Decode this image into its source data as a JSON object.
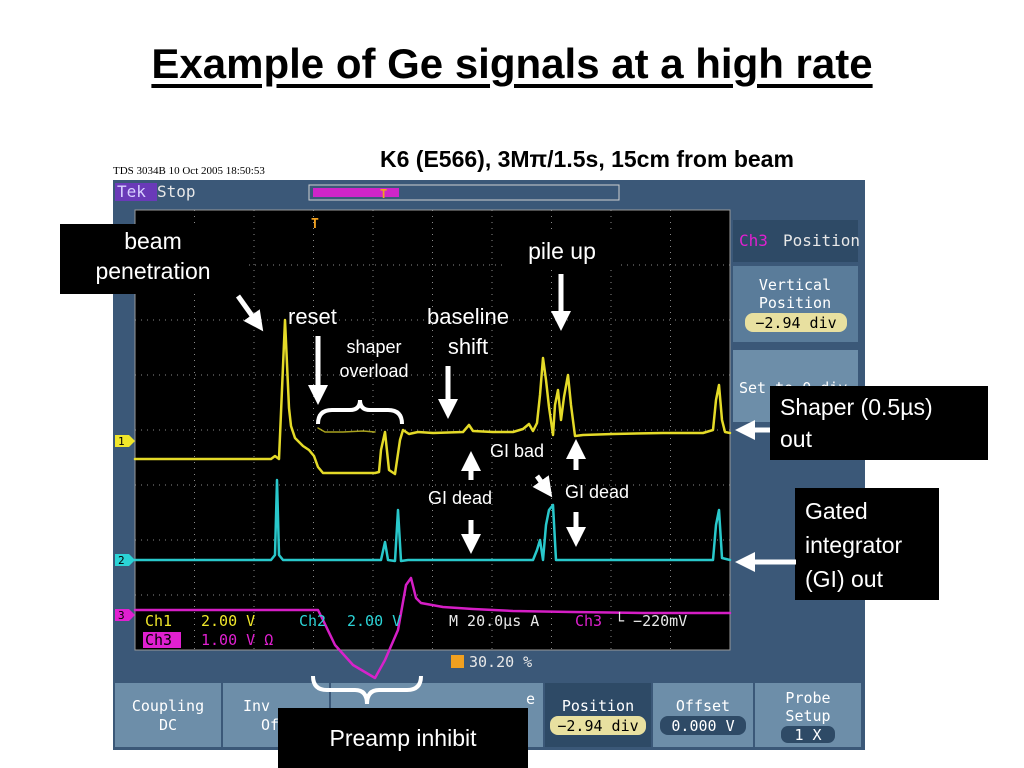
{
  "title": "Example of Ge signals at a high rate",
  "subtitle": "K6 (E566), 3Mπ/1.5s,  15cm from beam",
  "scope": {
    "header": "TDS 3034B    10 Oct 2005    18:50:53",
    "status_left": "Tek",
    "status_right": "Stop",
    "trigger_marker": "T",
    "ch1_marker": "1",
    "ch2_marker": "2",
    "ch3_marker": "3",
    "readout_ch1": "Ch1",
    "readout_ch1_val": "2.00 V",
    "readout_ch2": "Ch2",
    "readout_ch2_val": "2.00 V",
    "readout_time": "M 20.0µs  A",
    "readout_trig": "Ch3",
    "readout_trig_val": "└ −220mV",
    "readout_ch3": "Ch3",
    "readout_ch3_val": "1.00 V Ω",
    "readout_tpos": "30.20 %",
    "side_title_ch": "Ch3",
    "side_title": "Position",
    "side_vpos_label_1": "Vertical",
    "side_vpos_label_2": "Position",
    "side_vpos_value": "−2.94 div",
    "side_set_label": "Set to 0 div",
    "bottom_coupling_1": "Coupling",
    "bottom_coupling_2": "DC",
    "bottom_invert_1": "Inv",
    "bottom_invert_2": "Of",
    "bottom_fragment": "e",
    "bottom_position": "Position",
    "bottom_position_value": "−2.94 div",
    "bottom_offset": "Offset",
    "bottom_offset_value": "0.000 V",
    "bottom_probe_1": "Probe",
    "bottom_probe_2": "Setup",
    "bottom_probe_value": "1 X"
  },
  "annotations": {
    "beam_1": "beam",
    "beam_2": "penetration",
    "pileup": "pile up",
    "reset": "reset",
    "shaper_1": "shaper",
    "shaper_2": "overload",
    "baseline_1": "baseline",
    "baseline_2": "shift",
    "gi_bad": "GI bad",
    "gi_dead_1": "GI dead",
    "gi_dead_2": "GI dead",
    "shaper_out_1": "Shaper (0.5µs)",
    "shaper_out_2": "out",
    "gated_1": "Gated",
    "gated_2": "integrator",
    "gated_3": "(GI) out",
    "preamp": "Preamp inhibit"
  },
  "colors": {
    "ch1": "#f0e62a",
    "ch2": "#2bd3d6",
    "ch3": "#e020d0",
    "screen": "#000000",
    "grid": "#8a8a8a",
    "bezel": "#3b5878",
    "button": "#6d8ea9"
  }
}
